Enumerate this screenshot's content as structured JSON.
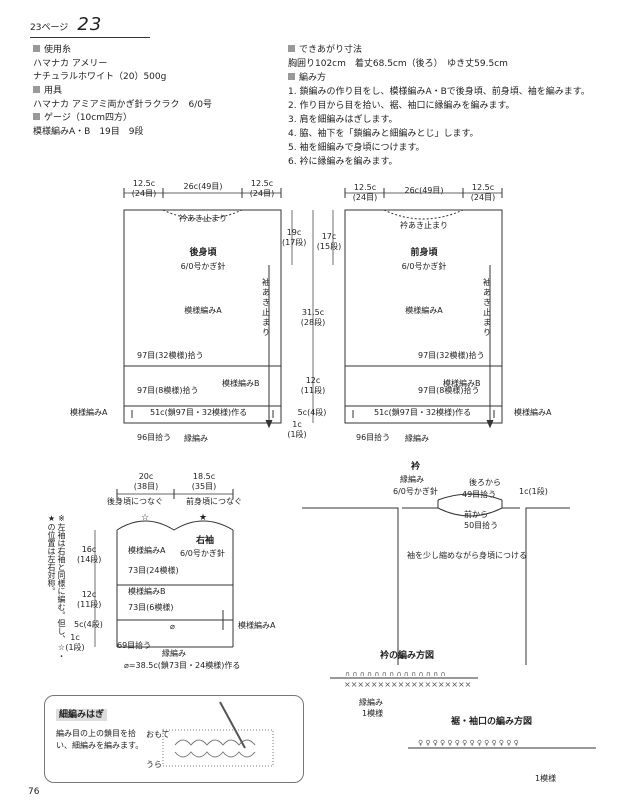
{
  "header": {
    "page_label": "23ページ",
    "number": "23"
  },
  "left_info": {
    "yarn_title": "使用糸",
    "yarn_line1": "ハマナカ アメリー",
    "yarn_line2": "ナチュラルホワイト（20）500g",
    "tool_title": "用具",
    "tool_line1": "ハマナカ アミアミ両かぎ針ラクラク　6/0号",
    "gauge_title": "ゲージ（10cm四方）",
    "gauge_line1": "模様編みA・B　19目　9段"
  },
  "right_info": {
    "size_title": "できあがり寸法",
    "size_line1": "胸囲り102cm　着丈68.5cm（後ろ）　ゆき丈59.5cm",
    "method_title": "編み方",
    "steps": [
      "1. 鎖編みの作り目をし、模様編みA・Bで後身頃、前身頃、袖を編みます。",
      "2. 作り目から目を拾い、裾、袖口に縁編みを編みます。",
      "3. 肩を細編みはぎします。",
      "4. 脇、袖下を「鎖編みと細編みとじ」します。",
      "5. 袖を細編みで身頃につけます。",
      "6. 衿に縁編みを編みます。"
    ]
  },
  "back_body": {
    "top_left": "12.5c",
    "top_left2": "(24目)",
    "top_mid": "26c(49目)",
    "top_right": "12.5c",
    "top_right2": "(24目)",
    "neck": "衿あき止まり",
    "title": "後身頃",
    "hook": "6/0号かぎ針",
    "pattern_a": "模様編みA",
    "pick_97_32": "97目(32模様)拾う",
    "pick_97_8": "97目(8模様)拾う",
    "pattern_b": "模様編みB",
    "chain_start": "51c(鎖97目・32模様)作る",
    "pattern_a_side": "模様編みA",
    "pick_96": "96目拾う",
    "edging": "縁編み",
    "dim_19c": "19c",
    "dim_17dan": "(17段)",
    "sleeve_stop": "袖あき止まり"
  },
  "front_body": {
    "top_left": "12.5c",
    "top_left2": "(24目)",
    "top_mid": "26c(49目)",
    "top_right": "12.5c",
    "top_right2": "(24目)",
    "neck": "衿あき止まり",
    "title": "前身頃",
    "hook": "6/0号かぎ針",
    "pattern_a": "模様編みA",
    "pick_97_32": "97目(32模様)拾う",
    "pick_97_8": "97目(8模様)拾う",
    "pattern_b": "模様編みB",
    "chain_start": "51c(鎖97目・32模様)作る",
    "pattern_a_side": "模様編みA",
    "pick_96": "96目拾う",
    "edging": "縁編み",
    "dim_17c": "17c",
    "dim_15dan": "(15段)",
    "sleeve_stop": "袖あき止まり"
  },
  "middle_dims": {
    "d315": "31.5c",
    "d28": "(28段)",
    "d12": "12c",
    "d11": "(11段)",
    "d5": "5c(4段)",
    "d1": "1c",
    "d1dan": "(1段)"
  },
  "sleeve": {
    "w20": "20c",
    "w38": "(38目)",
    "w185": "18.5c",
    "w35": "(35目)",
    "to_back": "後身頃につなぐ",
    "to_front": "前身頃につなぐ",
    "star_open": "☆",
    "star_fill": "★",
    "pattern_a": "模様編みA",
    "title": "右袖",
    "hook": "6/0号かぎ針",
    "row73_24": "73目(24模様)",
    "pattern_b": "模様編みB",
    "row73_6": "73目(6模様)",
    "pattern_a_side": "模様編みA",
    "circle": "⌀",
    "pick69": "69目拾う",
    "edging": "縁編み",
    "chain": "⌀=38.5c(鎖73目・24模様)作る",
    "d16": "16c",
    "d14": "(14段)",
    "d12": "12c",
    "d11": "(11段)",
    "d5": "5c(4段)",
    "d1": "1c",
    "d1dan": "(1段)",
    "note": "※左袖は右袖と同様に編む。但し、☆・★の位置は左右対称。"
  },
  "collar": {
    "title": "衿",
    "edging": "縁編み",
    "hook": "6/0号かぎ針",
    "from_back": "後ろから",
    "back_count": "49目拾う",
    "dim": "1c(1段)",
    "from_front": "前から",
    "front_count": "50目拾う",
    "attach": "袖を少し縮めながら身頃につける"
  },
  "collar_method": {
    "title": "衿の編み方図",
    "edging": "縁編み",
    "repeat": "1模様"
  },
  "hem_method": {
    "title": "裾・袖口の編み方図",
    "repeat": "1模様"
  },
  "seam_note": {
    "title": "細編みはぎ",
    "body": "編み目の上の鎖目を拾い、細編みを編みます。",
    "front": "おもて",
    "back": "うら"
  },
  "footer": {
    "page_number": "76"
  }
}
